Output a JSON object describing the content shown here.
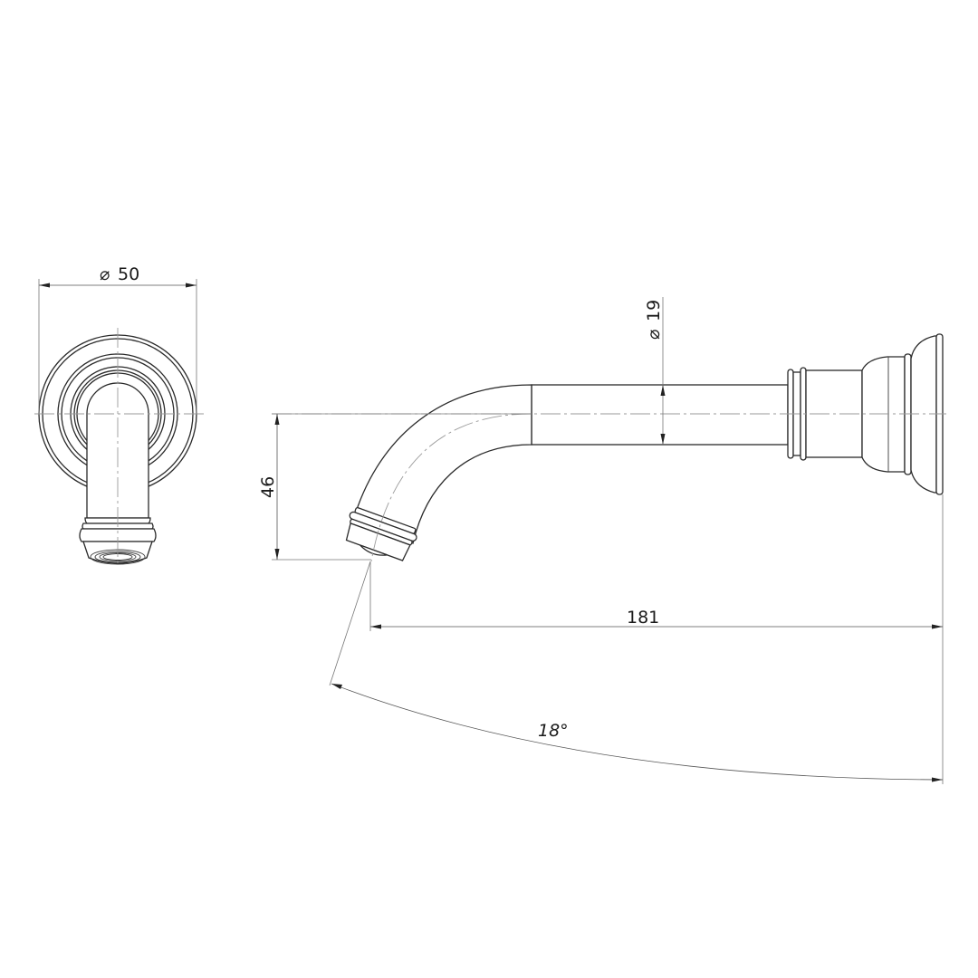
{
  "drawing": {
    "subject": "Wall-mounted bath spout",
    "views": [
      "front-view",
      "side-view"
    ],
    "colors": {
      "line": "#2a2a2a",
      "centerline": "#9a9a9a",
      "background": "#ffffff"
    }
  },
  "dimensions": {
    "backplate_diameter": {
      "symbol": "⌀",
      "value": "50"
    },
    "pipe_diameter": {
      "symbol": "⌀",
      "value": "19"
    },
    "drop_height": {
      "value": "46"
    },
    "projection_length": {
      "value": "181"
    },
    "outlet_angle": {
      "value": "18°"
    }
  }
}
